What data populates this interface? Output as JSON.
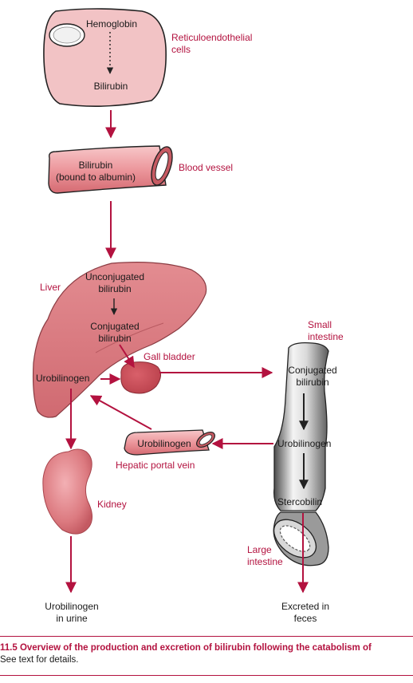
{
  "labels": {
    "hemoglobin": "Hemoglobin",
    "bilirubin_top": "Bilirubin",
    "reticulo": [
      "Reticuloendothelial",
      "cells"
    ],
    "bilirubin_bound": [
      "Bilirubin",
      "(bound to albumin)"
    ],
    "blood_vessel": "Blood vessel",
    "liver": "Liver",
    "unconjugated": [
      "Unconjugated",
      "bilirubin"
    ],
    "conjugated_liver": [
      "Conjugated",
      "bilirubin"
    ],
    "gall_bladder": "Gall bladder",
    "urobilinogen_liver": "Urobilinogen",
    "small_intestine": [
      "Small",
      "intestine"
    ],
    "conjugated_intestine": [
      "Conjugated",
      "bilirubin"
    ],
    "urobilinogen_portal": "Urobilinogen",
    "hepatic_portal_vein": "Hepatic portal vein",
    "urobilinogen_intestine": "Urobilinogen",
    "kidney": "Kidney",
    "stercobilin": "Stercobilin",
    "large_intestine": [
      "Large",
      "intestine"
    ],
    "urobilinogen_urine": [
      "Urobilinogen",
      "in urine"
    ],
    "excreted": [
      "Excreted in",
      "feces"
    ]
  },
  "caption": {
    "title": "11.5 Overview of the production and excretion of bilirubin following the catabolism of",
    "subtitle": "See text for details."
  },
  "colors": {
    "arrow": "#b3123f",
    "accent_text": "#b3123f",
    "cell_fill": "#f2c3c5",
    "liver_fill": "#d97a80",
    "vessel_fill": "#ee9fa4",
    "intestine_gray": "#8a8a8a"
  }
}
